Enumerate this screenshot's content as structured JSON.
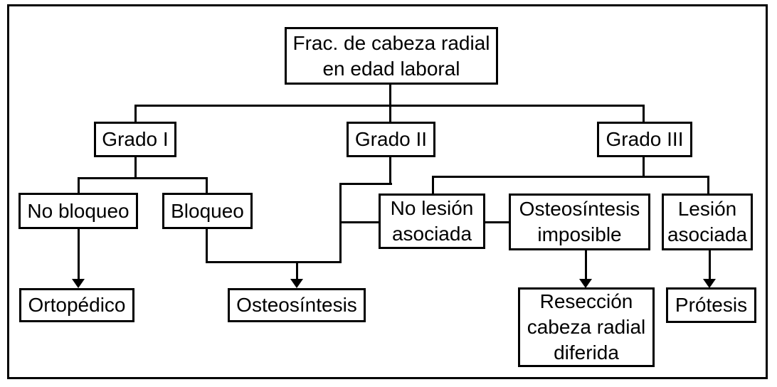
{
  "figure": {
    "type": "flowchart",
    "background_color": "#ffffff",
    "line_color": "#000000",
    "text_color": "#000000",
    "nodes": {
      "root": {
        "label": "Frac. de cabeza radial\nen edad laboral"
      },
      "grado1": {
        "label": "Grado I"
      },
      "grado2": {
        "label": "Grado II"
      },
      "grado3": {
        "label": "Grado III"
      },
      "no_bloqueo": {
        "label": "No bloqueo"
      },
      "bloqueo": {
        "label": "Bloqueo"
      },
      "no_lesion": {
        "label": "No lesión\nasociada"
      },
      "osteo_imposible": {
        "label": "Osteosíntesis\nimposible"
      },
      "lesion_asociada": {
        "label": "Lesión\nasociada"
      },
      "ortopedico": {
        "label": "Ortopédico"
      },
      "osteosintesis": {
        "label": "Osteosíntesis"
      },
      "reseccion": {
        "label": "Resección\ncabeza radial\ndiferida"
      },
      "protesis": {
        "label": "Prótesis"
      }
    },
    "edges": [
      {
        "from": "root",
        "to": "grado1",
        "arrow": false
      },
      {
        "from": "root",
        "to": "grado2",
        "arrow": false
      },
      {
        "from": "root",
        "to": "grado3",
        "arrow": false
      },
      {
        "from": "grado1",
        "to": "no_bloqueo",
        "arrow": false
      },
      {
        "from": "grado1",
        "to": "bloqueo",
        "arrow": false
      },
      {
        "from": "no_bloqueo",
        "to": "ortopedico",
        "arrow": true
      },
      {
        "from": "bloqueo",
        "to": "osteosintesis",
        "arrow": true
      },
      {
        "from": "grado2",
        "to": "no_lesion",
        "arrow": false
      },
      {
        "from": "no_lesion",
        "to": "osteosintesis",
        "arrow": true
      },
      {
        "from": "grado3",
        "to": "no_lesion",
        "arrow": false
      },
      {
        "from": "grado3",
        "to": "lesion_asociada",
        "arrow": false
      },
      {
        "from": "no_lesion",
        "to": "osteo_imposible",
        "arrow": false
      },
      {
        "from": "osteo_imposible",
        "to": "reseccion",
        "arrow": true
      },
      {
        "from": "lesion_asociada",
        "to": "protesis",
        "arrow": true
      }
    ]
  }
}
